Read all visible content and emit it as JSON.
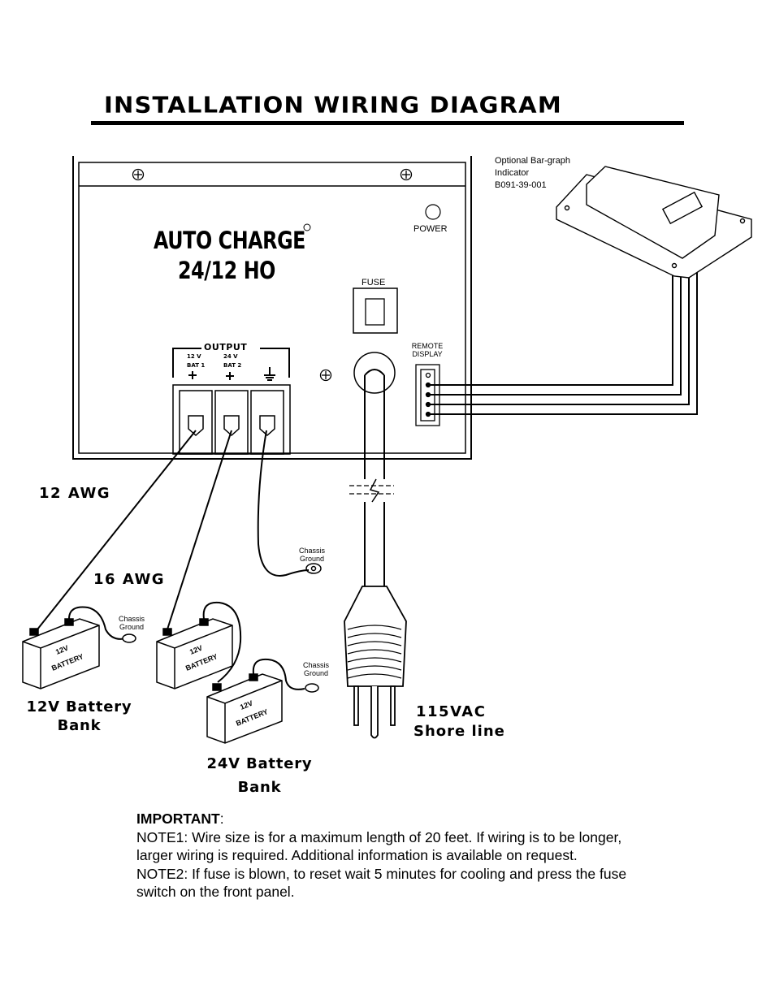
{
  "title": "INSTALLATION WIRING DIAGRAM",
  "unit": {
    "brand_line1": "AUTO CHARGE",
    "brand_line2": "24/12 HO",
    "power_label": "POWER",
    "fuse_label": "FUSE",
    "remote_label_line1": "REMOTE",
    "remote_label_line2": "DISPLAY",
    "output_label": "OUTPUT",
    "terminals": [
      {
        "line1": "12 V",
        "line2": "BAT 1",
        "symbol": "+"
      },
      {
        "line1": "24 V",
        "line2": "BAT 2",
        "symbol": "+"
      },
      {
        "line1": "",
        "line2": "",
        "symbol": "ground-symbol"
      }
    ]
  },
  "bargraph": {
    "line1": "Optional Bar-graph",
    "line2": "Indicator",
    "line3": "B091-39-001"
  },
  "wires": {
    "awg12": "12 AWG",
    "awg16": "16 AWG"
  },
  "chassis_ground": {
    "line1": "Chassis",
    "line2": "Ground"
  },
  "battery_label": {
    "line1": "12V",
    "line2": "BATTERY"
  },
  "banks": {
    "bank12_line1": "12V Battery",
    "bank12_line2": "Bank",
    "bank24_line1": "24V Battery",
    "bank24_line2": "Bank"
  },
  "shore": {
    "line1": "115VAC",
    "line2": "Shore line"
  },
  "notes": {
    "important": "IMPORTANT",
    "colon": ":",
    "note1_line1": "NOTE1: Wire size is for a maximum length of 20 feet. If wiring is to be longer,",
    "note1_line2": "larger wiring is required. Additional information is available on request.",
    "note2_line1": "NOTE2:  If fuse is blown, to reset wait  5 minutes for cooling and press the fuse",
    "note2_line2": "switch on the front panel."
  }
}
